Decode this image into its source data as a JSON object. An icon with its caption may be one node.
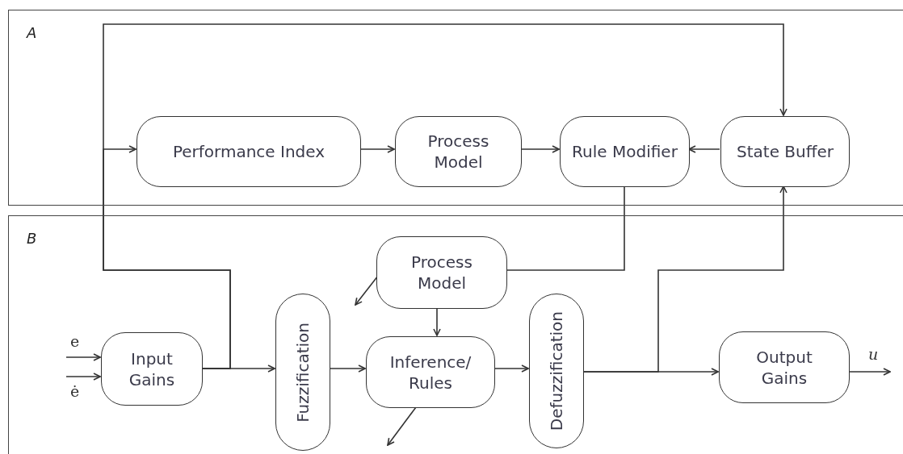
{
  "diagram": {
    "nodes": [
      {
        "text": [
          "A"
        ]
      },
      {
        "text": [
          "Performance Index"
        ],
        "in": 0
      },
      {
        "text": [
          "Process Model"
        ],
        "in": 0
      },
      {
        "text": [
          "Rule Modifier"
        ],
        "in": 0
      },
      {
        "text": [
          "State Buffer"
        ],
        "in": 0
      },
      {
        "text": [
          "B"
        ]
      },
      {
        "text": [
          "Process Model"
        ],
        "in": 5
      },
      {
        "text": [
          "Input Gains"
        ],
        "in": 5
      },
      {
        "text": [
          "Fuzzification"
        ],
        "in": 5
      },
      {
        "text": [
          "Inference/ Rules"
        ],
        "in": 5
      },
      {
        "text": [
          "Defuzzification"
        ],
        "in": 5
      },
      {
        "text": [
          "Output Gains"
        ],
        "in": 5
      }
    ],
    "edges": [
      {
        "from": null,
        "to": 7,
        "arrow": "to",
        "label": "e"
      },
      {
        "from": null,
        "to": 7,
        "arrow": "to",
        "label": "ė"
      },
      {
        "from": 7,
        "to": 8,
        "arrow": "to"
      },
      {
        "from": 7,
        "to": 1,
        "arrow": "to"
      },
      {
        "from": 7,
        "to": 4,
        "arrow": "to"
      },
      {
        "from": 1,
        "to": 2,
        "arrow": "to"
      },
      {
        "from": 2,
        "to": 3,
        "arrow": "to"
      },
      {
        "from": 4,
        "to": 3,
        "arrow": "to"
      },
      {
        "from": 3,
        "to": 6,
        "arrow": "none"
      },
      {
        "from": 6,
        "to": 9,
        "arrow": "to"
      },
      {
        "from": 6,
        "to": null,
        "arrow": "to"
      },
      {
        "from": 8,
        "to": 9,
        "arrow": "to"
      },
      {
        "from": 9,
        "to": 10,
        "arrow": "to"
      },
      {
        "from": 9,
        "to": null,
        "arrow": "to"
      },
      {
        "from": 10,
        "to": 11,
        "arrow": "to"
      },
      {
        "from": 10,
        "to": 4,
        "arrow": "to"
      },
      {
        "from": 11,
        "to": null,
        "arrow": "to",
        "label": "u"
      }
    ]
  }
}
